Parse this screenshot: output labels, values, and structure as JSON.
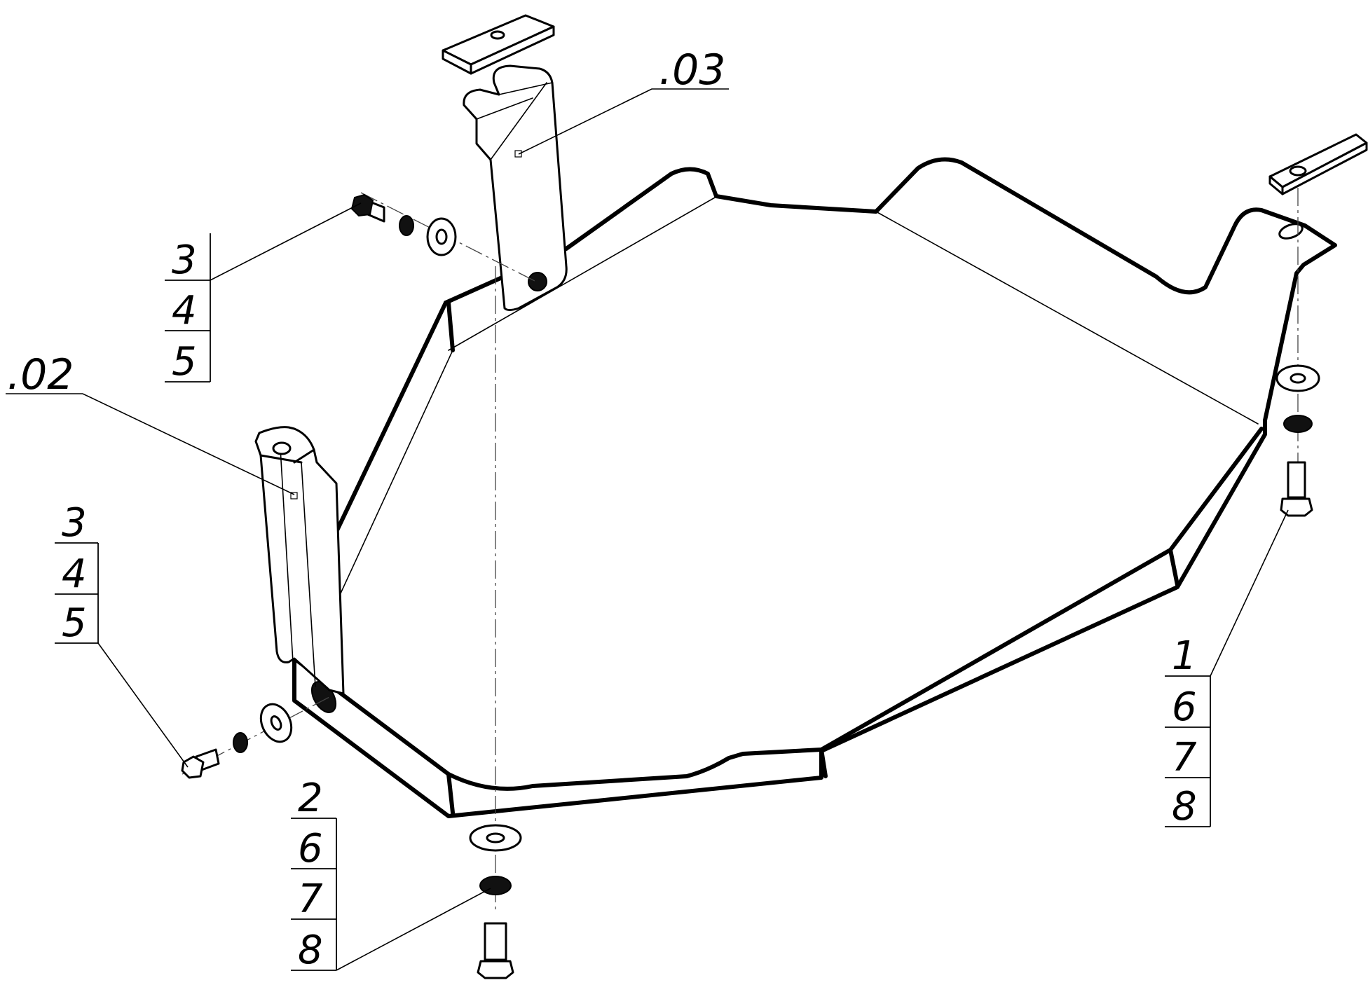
{
  "callouts": {
    "part_03": ".03",
    "part_02": ".02",
    "stack_upper_left": [
      "3",
      "4",
      "5"
    ],
    "stack_lower_left": [
      "3",
      "4",
      "5"
    ],
    "stack_bottom_center": [
      "2",
      "6",
      "7",
      "8"
    ],
    "stack_right": [
      "1",
      "6",
      "7",
      "8"
    ]
  }
}
